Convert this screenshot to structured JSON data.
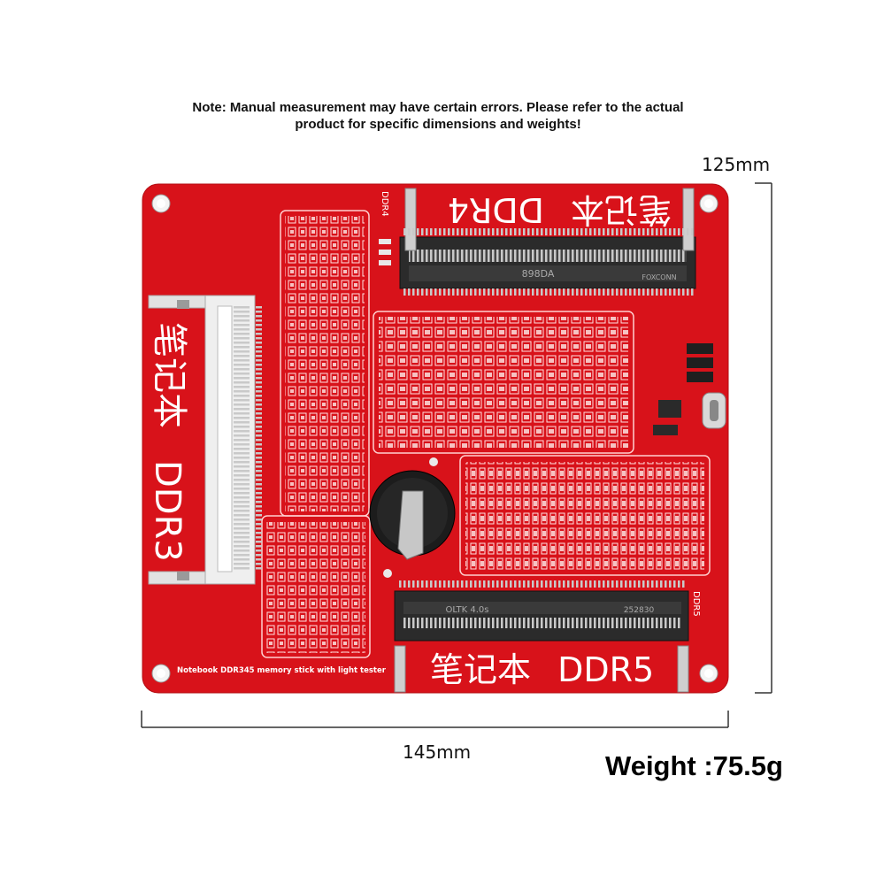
{
  "note": {
    "line1": "Note: Manual measurement may have certain errors. Please refer to the actual",
    "line2": "product for specific dimensions and weights!"
  },
  "dimensions": {
    "height_label": "125mm",
    "width_label": "145mm"
  },
  "weight_label": "Weight :75.5g",
  "board": {
    "color": "#d8121a",
    "ddr3_title": "DDR3",
    "ddr4_title": "DDR4",
    "ddr5_title": "DDR5",
    "notebook_chinese": "笔记本",
    "ddr4_side_label": "DDR4",
    "ddr5_side_label": "DDR5",
    "ddr4_slot_mark": "898DA",
    "ddr4_slot_brand": "FOXCONN",
    "ddr5_slot_mark": "OLTK 4.0s",
    "ddr5_slot_code": "252830",
    "caption": "Notebook DDR345 memory stick with light tester"
  }
}
